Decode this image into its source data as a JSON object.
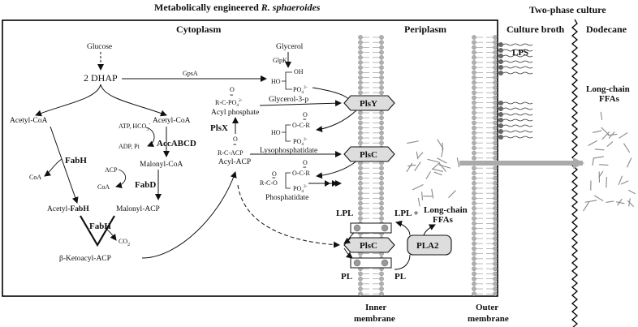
{
  "title": {
    "prefix": "Metabolically engineered ",
    "organism": "R. sphaeroides"
  },
  "two_phase": "Two-phase culture",
  "compartments": {
    "cytoplasm": "Cytoplasm",
    "periplasm": "Periplasm",
    "culture_broth": "Culture broth",
    "dodecane": "Dodecane"
  },
  "membranes": {
    "inner_1": "Inner",
    "inner_2": "membrane",
    "outer_1": "Outer",
    "outer_2": "membrane"
  },
  "metabolites": {
    "glucose": "Glucose",
    "dhap": "2 DHAP",
    "acetyl_coa_left": "Acetyl-CoA",
    "acetyl_coa_right": "Acetyl-CoA",
    "atp_hco3": "ATP, HCO",
    "atp_hco3_sub": "3",
    "atp_hco3_sup": "-",
    "adp_pi": "ADP, Pi",
    "coa_1": "CoA",
    "acp": "ACP",
    "coa_2": "CoA",
    "malonyl_coa": "Malonyl-CoA",
    "acetyl_fabh_prefix": "Acetyl-",
    "acetyl_fabh_enzyme": "FabH",
    "malonyl_acp": "Malonyl-ACP",
    "co2": "CO",
    "co2_sub": "2",
    "beta_ketoacyl": "β-Ketoacyl-ACP",
    "glycerol": "Glycerol",
    "glycerol_3p": "Glycerol-3-p",
    "acyl_phosphate": "Acyl phosphate",
    "acyl_acp": "Acyl-ACP",
    "lysophosphatidate": "Lysophosphatidate",
    "phosphatidate": "Phosphatidate",
    "lpl_left": "LPL",
    "lpl_right": "LPL +",
    "pl_left": "PL",
    "pl_right": "PL",
    "lps": "LPS",
    "ffa_periplasm_1": "Long-chain",
    "ffa_periplasm_2": "FFAs",
    "ffa_dodecane_1": "Long-chain",
    "ffa_dodecane_2": "FFAs"
  },
  "structures": {
    "oh": "OH",
    "ho": "HO",
    "po4": "PO",
    "po4_sub": "4",
    "po4_sup": "2-",
    "o": "O",
    "o_c_r": "O-C-R",
    "r_c_o": "R-C-O",
    "r_c_acp": "R-C-ACP",
    "r_c_po4": "R-C-PO",
    "dbl": "="
  },
  "enzymes": {
    "glpk": "GlpK",
    "gpsa": "GpsA",
    "fabh_1": "FabH",
    "accabcd": "AccABCD",
    "fabd": "FabD",
    "fabh_2": "FabH",
    "plsx": "PlsX",
    "plsy": "PlsY",
    "plsc_1": "PlsC",
    "plsc_2": "PlsC",
    "pla2": "PLA2"
  }
}
